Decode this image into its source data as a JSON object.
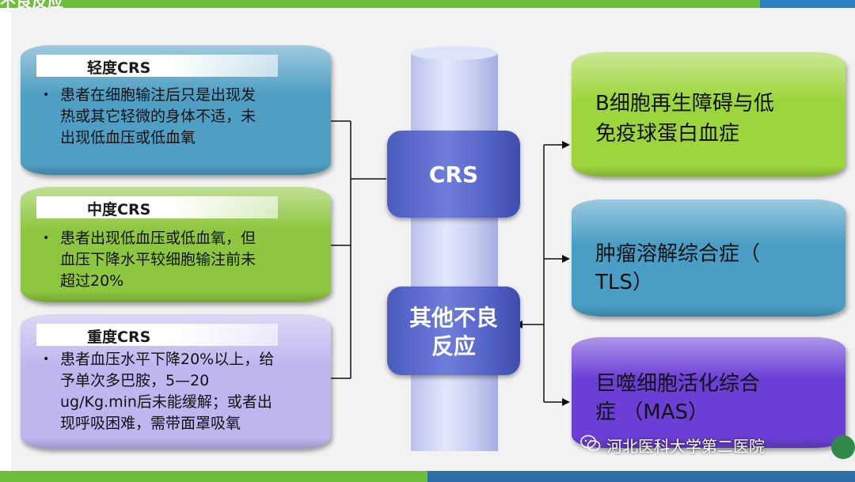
{
  "header": {
    "title": "不良反应"
  },
  "center": {
    "crs_label": "CRS",
    "other_label_line1": "其他不良",
    "other_label_line2": "反应"
  },
  "left_cards": [
    {
      "title": "轻度CRS",
      "bullet": "•",
      "lines": [
        "患者在细胞输注后只是出现发",
        "热或其它轻微的身体不适，未",
        "出现低血压或低血氧"
      ],
      "color": "#4f9fc4"
    },
    {
      "title": "中度CRS",
      "bullet": "•",
      "lines": [
        "患者出现低血压或低血氧，但",
        "血压下降水平较细胞输注前未",
        "超过20%"
      ],
      "color": "#8ec63f"
    },
    {
      "title": "重度CRS",
      "bullet": "•",
      "lines": [
        "患者血压水平下降20%以上，给",
        "予单次多巴胺，5—20",
        "ug/Kg.min后未能缓解；或者出",
        "现呼吸困难，需带面罩吸氧"
      ],
      "color": "#c0b6ef"
    }
  ],
  "right_cards": [
    {
      "lines": [
        "B细胞再生障碍与低",
        "免疫球蛋白血症"
      ],
      "color": "#9dd63c"
    },
    {
      "lines": [
        "肿瘤溶解综合症（",
        "TLS）"
      ],
      "color": "#4a9ec6"
    },
    {
      "lines": [
        "巨噬细胞活化综合",
        "症 （MAS）"
      ],
      "color": "#6b3fd6"
    }
  ],
  "watermark": {
    "text": "河北医科大学第二医院",
    "icon": "wechat-icon"
  },
  "colors": {
    "pillar": "#c9cff2",
    "ring": "#5564c7",
    "green_bar": "#6cbf3a",
    "blue_bar": "#2d6ea8"
  }
}
